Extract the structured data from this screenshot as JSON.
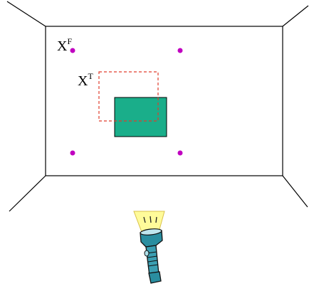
{
  "labels": {
    "false_target": {
      "base": "X",
      "superscript": "F"
    },
    "true_target": {
      "base": "X",
      "superscript": "T"
    }
  },
  "colors": {
    "wall_lines": "#000000",
    "fixation_dots": "#c000c0",
    "target_square": "#1aae8a",
    "dashed_rect": "#e03c2c",
    "flashlight_body": "#2a8ea0",
    "flashlight_beam": "#fffb9a"
  },
  "icons": {
    "flashlight": "flashlight-icon"
  }
}
